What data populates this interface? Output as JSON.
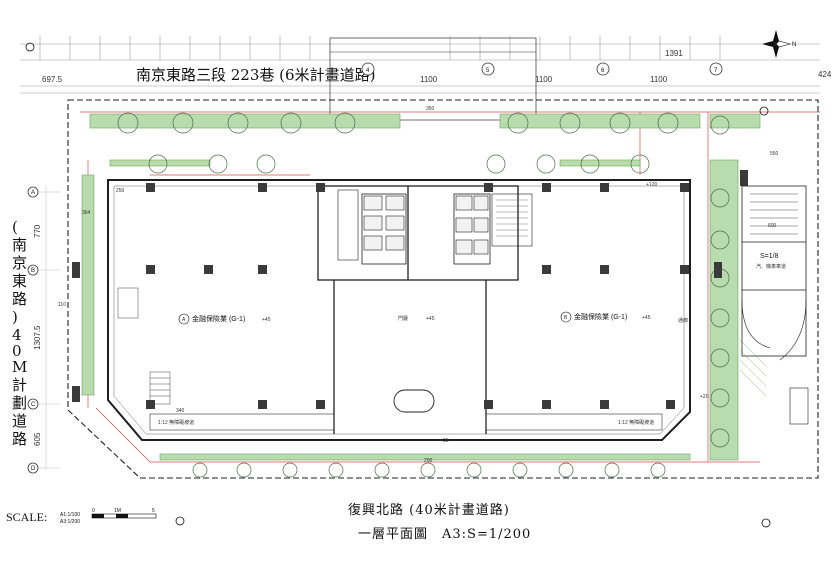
{
  "roads": {
    "top": "南京東路三段 223巷 (6米計畫道路)",
    "left_chars": [
      "(",
      "南",
      "京",
      "東",
      "路",
      ")",
      "4",
      "0",
      "M",
      "計",
      "劃",
      "道",
      "路"
    ],
    "bottom": "復興北路 (40米計畫道路)"
  },
  "drawing_title": "一層平面圖　A3:S=1/200",
  "scale": {
    "label": "SCALE:",
    "a1": "A1:1/100",
    "a3": "A3:1/200",
    "zero": "0",
    "one": "1M",
    "five": "5"
  },
  "dims": {
    "d6975": "697.5",
    "d1100a": "1100",
    "d1100b": "1100",
    "d1100c": "1100",
    "d1391": "1391",
    "d424": "424",
    "d770": "770",
    "d13075": "1307.5",
    "d605": "605",
    "d350": "350",
    "d550": "550",
    "d600": "600",
    "d364": "364",
    "d250": "250",
    "d110": "110",
    "d200": "200",
    "d340": "340"
  },
  "grid": {
    "cols": [
      "4",
      "5",
      "6",
      "7"
    ],
    "rows": [
      "A",
      "B",
      "C",
      "D"
    ]
  },
  "zones": {
    "zone_a_letter": "A",
    "zone_a": "金融保險業 (G-1)",
    "zone_a_level": "+45",
    "zone_b_letter": "B",
    "zone_b": "金融保險業 (G-1)",
    "zone_b_level": "+45",
    "lobby": "門廳",
    "lobby_level": "+45",
    "corridor": "通廊",
    "ramp": "S=1/8",
    "ramp_sub": "汽、機車車道",
    "level_120": "+120",
    "level_15": "+15",
    "level_20": "+20",
    "ramp_note": "1:12 無障礙坡道",
    "ramp_note2": "1:12 無障礙坡道",
    "north": "N"
  },
  "colors": {
    "green_strip": "#b9dcae",
    "green_stroke": "#6aa55e",
    "red_line": "#d94b4b",
    "column": "#3a3a3a",
    "wall": "#1f1f1f"
  }
}
